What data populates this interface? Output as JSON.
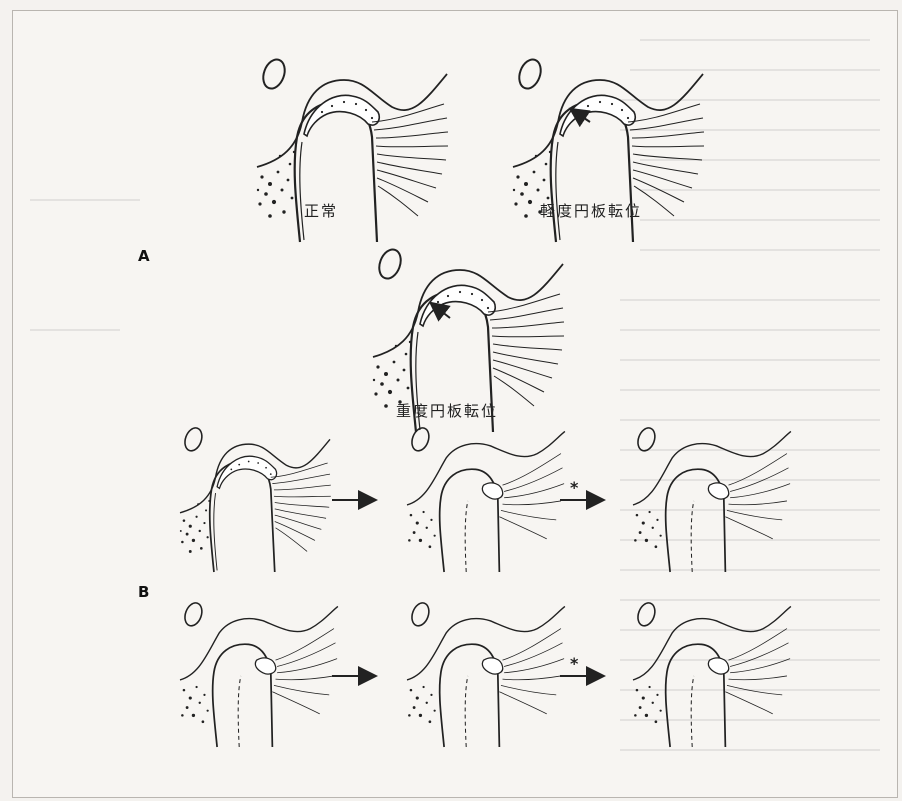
{
  "section_labels": {
    "a": "A",
    "b": "B"
  },
  "captions": {
    "normal": "正常",
    "mild": "軽度円板転位",
    "severe": "重度円板転位"
  },
  "arrow_marks": {
    "b_row1": "*",
    "b_row2": "*"
  },
  "colors": {
    "ink": "#222222",
    "paper": "#f7f5f2",
    "frame": "#b9b5b0"
  }
}
